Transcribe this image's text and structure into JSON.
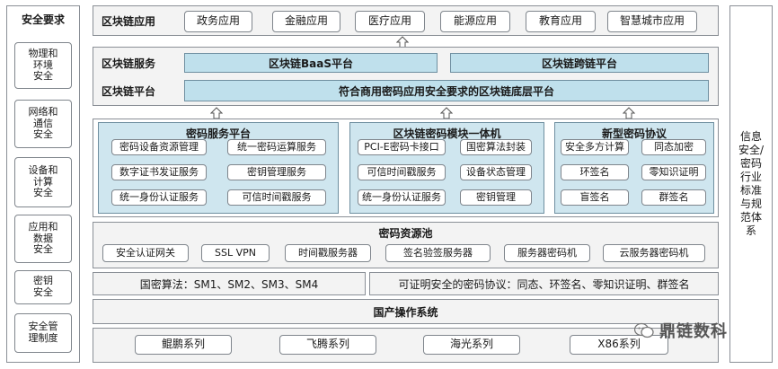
{
  "left": {
    "title": "安全要求",
    "items": [
      "物理和\n环境\n安全",
      "网络和\n通信\n安全",
      "设备和\n计算\n安全",
      "应用和\n数据\n安全",
      "密钥\n安全",
      "安全管\n理制度"
    ]
  },
  "right": {
    "text": "信息安全/密码行业标准与规范体系"
  },
  "apps": {
    "label": "区块链应用",
    "items": [
      "政务应用",
      "金融应用",
      "医疗应用",
      "能源应用",
      "教育应用",
      "智慧城市应用"
    ]
  },
  "services": {
    "label": "区块链服务",
    "baas": "区块链BaaS平台",
    "cross": "区块链跨链平台"
  },
  "platform": {
    "label": "区块链平台",
    "bar": "符合商用密码应用安全要求的区块链底层平台"
  },
  "crypto_service": {
    "title": "密码服务平台",
    "items": [
      "密码设备资源管理",
      "统一密码运算服务",
      "数字证书发证服务",
      "密钥管理服务",
      "统一身份认证服务",
      "可信时间戳服务"
    ]
  },
  "crypto_module": {
    "title": "区块链密码模块一体机",
    "items": [
      "PCI-E密码卡接口",
      "国密算法封装",
      "可信时间戳服务",
      "设备状态管理",
      "统一身份认证服务",
      "密钥管理"
    ]
  },
  "new_protocol": {
    "title": "新型密码协议",
    "items": [
      "安全多方计算",
      "同态加密",
      "环签名",
      "零知识证明",
      "盲签名",
      "群签名"
    ]
  },
  "pool": {
    "title": "密码资源池",
    "items": [
      "安全认证网关",
      "SSL VPN",
      "时间戳服务器",
      "签名验签服务器",
      "服务器密码机",
      "云服务器密码机"
    ]
  },
  "algo": {
    "national": "国密算法：SM1、SM2、SM3、SM4",
    "provable": "可证明安全的密码协议：同态、环签名、零知识证明、群签名"
  },
  "os": {
    "label": "国产操作系统"
  },
  "cpu": {
    "items": [
      "鲲鹏系列",
      "飞腾系列",
      "海光系列",
      "X86系列"
    ]
  },
  "watermark": {
    "text": "鼎链数科",
    "circle_char": ""
  },
  "colors": {
    "accent_blue": "#bfe0ec",
    "panel_gray": "#f3f3f3",
    "border": "#7f858c"
  }
}
